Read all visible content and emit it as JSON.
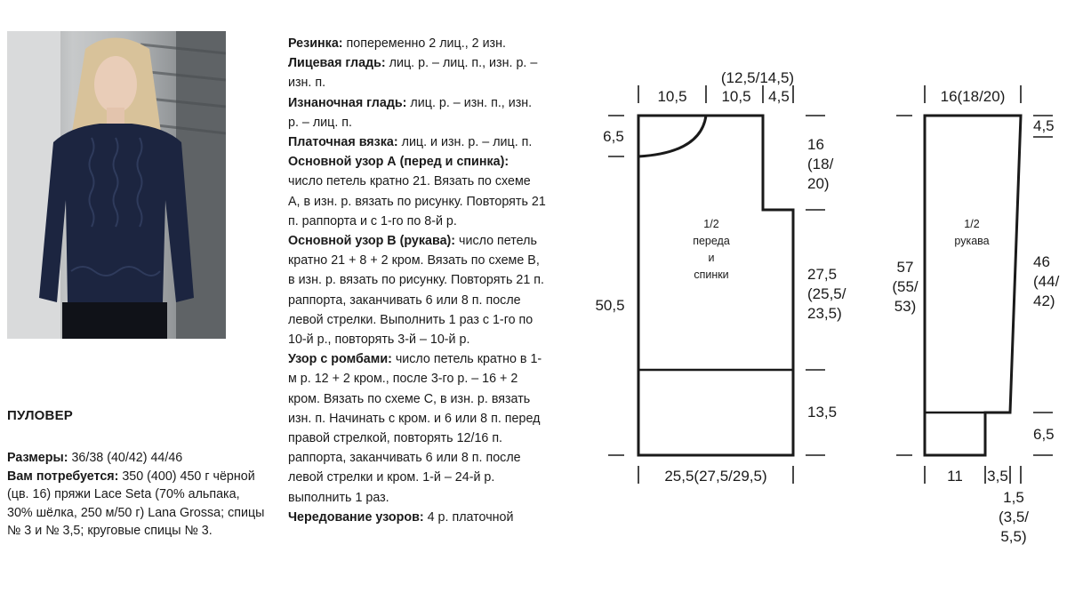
{
  "garment_title": "ПУЛОВЕР",
  "sizes": {
    "label": "Размеры:",
    "value": " 36/38 (40/42) 44/46"
  },
  "materials": {
    "label": "Вам потребуется:",
    "value": " 350 (400) 450 г чёрной (цв. 16) пряжи Lace Seta (70% альпака, 30% шёлка, 250 м/50 г) Lana Grossa; спицы № 3 и № 3,5; круговые спицы № 3."
  },
  "instructions": [
    {
      "term": "Резинка:",
      "text": " попеременно 2 лиц., 2 изн."
    },
    {
      "term": "Лицевая гладь:",
      "text": " лиц. р. – лиц. п., изн. р. – изн. п."
    },
    {
      "term": "Изнаночная гладь:",
      "text": " лиц. р. – изн. п., изн. р. – лиц. п."
    },
    {
      "term": "Платочная вязка:",
      "text": " лиц. и изн. р. – лиц. п."
    },
    {
      "term": "Основной узор А (перед и спинка):",
      "text": " число петель кратно 21. Вязать по схеме А, в изн. р. вязать по рисунку. Повторять 21 п. раппорта и с 1-го по 8-й р."
    },
    {
      "term": "Основной узор В (рукава):",
      "text": " число петель кратно 21 + 8 + 2 кром. Вязать по схеме В, в изн. р. вязать по рисунку. Повторять 21 п. раппорта, заканчивать 6 или 8 п. после левой стрелки. Выполнить 1 раз с 1-го по 10-й р., повторять 3-й – 10-й р."
    },
    {
      "term": "Узор с ромбами:",
      "text": " число петель кратно в 1-м р. 12 + 2 кром., после 3-го р. – 16 + 2 кром. Вязать по схеме С, в изн. р. вязать изн. п. Начинать с кром. и 6 или 8 п. перед правой стрелкой, повторять 12/16 п. раппорта, заканчивать 6 или 8 п. после левой стрелки и кром. 1-й – 24-й р. выполнить 1 раз."
    },
    {
      "term": "Чередование узоров:",
      "text": " 4 р. платочной"
    }
  ],
  "body_pattern": {
    "label_lines": [
      "1/2",
      "переда",
      "и",
      "спинки"
    ],
    "top_total": "(12,5/14,5)",
    "top_segments": [
      "10,5",
      "10,5",
      "4,5"
    ],
    "neck_depth": "6,5",
    "total_height": "50,5",
    "right_upper": [
      "16",
      "(18/",
      "20)"
    ],
    "right_middle": [
      "27,5",
      "(25,5/",
      "23,5)"
    ],
    "right_lower": "13,5",
    "bottom_width": "25,5(27,5/29,5)"
  },
  "sleeve_pattern": {
    "label_lines": [
      "1/2",
      "рукава"
    ],
    "top_width": "16(18/20)",
    "right_top": "4,5",
    "left_height": [
      "57",
      "(55/",
      "53)"
    ],
    "right_height": [
      "46",
      "(44/",
      "42)"
    ],
    "right_lower": "6,5",
    "bottom_segments": [
      "11",
      "3,5"
    ],
    "bottom_note": [
      "1,5",
      "(3,5/",
      "5,5)"
    ]
  },
  "colors": {
    "sweater": "#1c2540",
    "ink": "#1a1a1a"
  }
}
